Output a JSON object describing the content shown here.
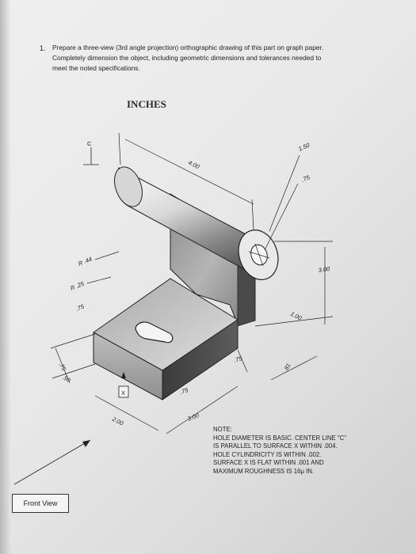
{
  "question": {
    "number": "1.",
    "line1": "Prepare a three-view (3rd angle projection) orthographic drawing of this part on graph paper.",
    "line2": "Completely dimension the object, including geometric dimensions and tolerances needed to",
    "line3": "meet the noted specifications."
  },
  "units_label": "INCHES",
  "dimensions": {
    "c_label": "C",
    "d400": "4.00",
    "d150": "1.50",
    "d075_hole": ".75",
    "r44": "R .44",
    "r25": "R .25",
    "d75_a": ".75",
    "d300_vert": "3.00",
    "d100": "1.00",
    "d75_b": ".75",
    "d75_c": ".75",
    "d50": ".50",
    "d75_d": ".75",
    "d200": "2.00",
    "d300_base": "3.00",
    "d81": ".81",
    "x_label": "X"
  },
  "note": {
    "title": "NOTE:",
    "line1": "HOLE DIAMETER IS BASIC. CENTER LINE \"C\"",
    "line2": "IS PARALLEL TO SURFACE X WITHIN .004.",
    "line3": "HOLE CYLINDRICITY IS WITHIN .002.",
    "line4": "SURFACE X IS FLAT WITHIN .001 AND",
    "line5": "MAXIMUM ROUGHNESS IS 16μ IN."
  },
  "front_view_label": "Front View"
}
